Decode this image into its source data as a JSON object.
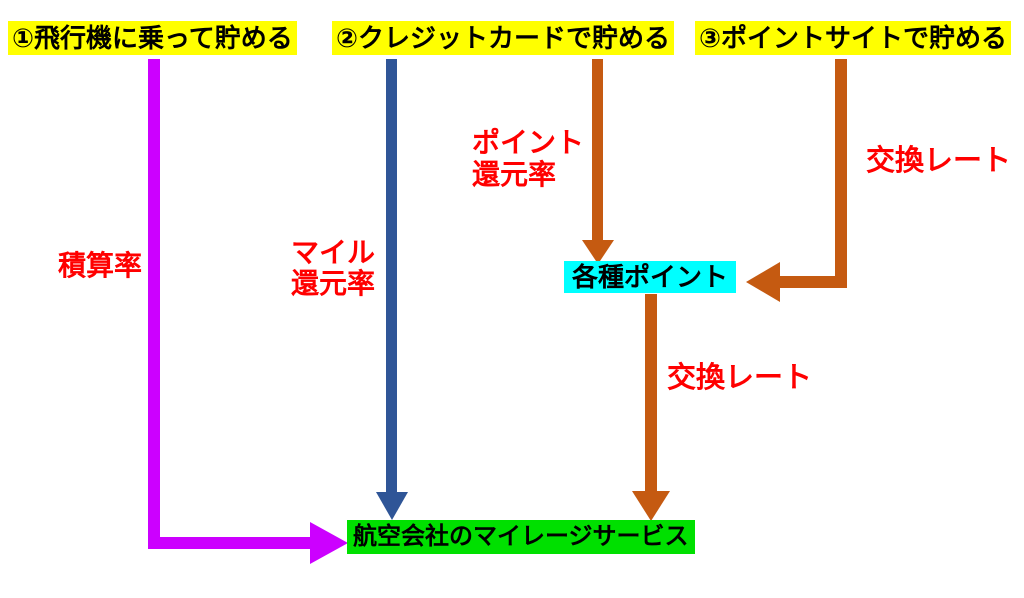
{
  "diagram": {
    "headings": {
      "h1": "①飛行機に乗って貯める",
      "h2": "②クレジットカードで貯める",
      "h3": "③ポイントサイトで貯める"
    },
    "nodes": {
      "points": "各種ポイント",
      "mileage": "航空会社のマイレージサービス"
    },
    "labels": {
      "accrual_rate": "積算率",
      "mile_redemption_line1": "マイル",
      "mile_redemption_line2": "還元率",
      "point_redemption_line1": "ポイント",
      "point_redemption_line2": "還元率",
      "exchange_rate_right": "交換レート",
      "exchange_rate_mid": "交換レート"
    }
  },
  "colors": {
    "magenta": "#CC00FF",
    "blue": "#2F5597",
    "orange": "#C55A11",
    "label-red": "#FF0000",
    "highlight-yellow": "#FFFF00",
    "highlight-cyan": "#00FFFF",
    "highlight-green": "#00E000",
    "text-black": "#000000",
    "background": "#FFFFFF"
  }
}
